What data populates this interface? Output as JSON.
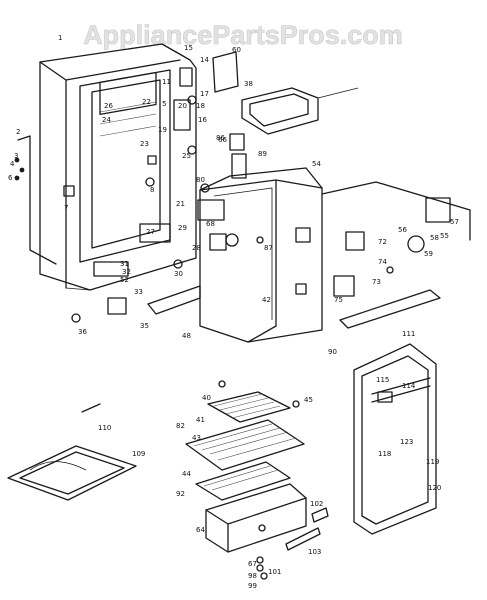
{
  "watermark": "AppliancePartsPros.com",
  "part_numbers": {
    "p1": "1",
    "p2": "2",
    "p3": "3",
    "p4": "4",
    "p5": "5",
    "p6": "6",
    "p7": "7",
    "p8": "8",
    "p11": "11",
    "p14": "14",
    "p15": "15",
    "p16": "16",
    "p17": "17",
    "p18": "18",
    "p19": "19",
    "p20": "20",
    "p21": "21",
    "p22": "22",
    "p23": "23",
    "p24": "24",
    "p25": "25",
    "p26": "26",
    "p27": "27",
    "p28": "28",
    "p29": "29",
    "p30": "30",
    "p31": "31",
    "p32": "32",
    "p33": "33",
    "p35": "35",
    "p36": "36",
    "p38": "38",
    "p40": "40",
    "p41": "41",
    "p42": "42",
    "p43": "43",
    "p44": "44",
    "p45": "45",
    "p48": "48",
    "p52": "52",
    "p54": "54",
    "p55": "55",
    "p56": "56",
    "p57": "57",
    "p58": "58",
    "p59": "59",
    "p60": "60",
    "p64": "64",
    "p66": "66",
    "p67": "67",
    "p68": "68",
    "p72": "72",
    "p73": "73",
    "p74": "74",
    "p75": "75",
    "p80": "80",
    "p82": "82",
    "p86": "86",
    "p87": "87",
    "p89": "89",
    "p90": "90",
    "p92": "92",
    "p98": "98",
    "p99": "99",
    "p101": "101",
    "p102": "102",
    "p103": "103",
    "p109": "109",
    "p110": "110",
    "p111": "111",
    "p114": "114",
    "p115": "115",
    "p118": "118",
    "p119": "119",
    "p120": "120",
    "p123": "123"
  }
}
